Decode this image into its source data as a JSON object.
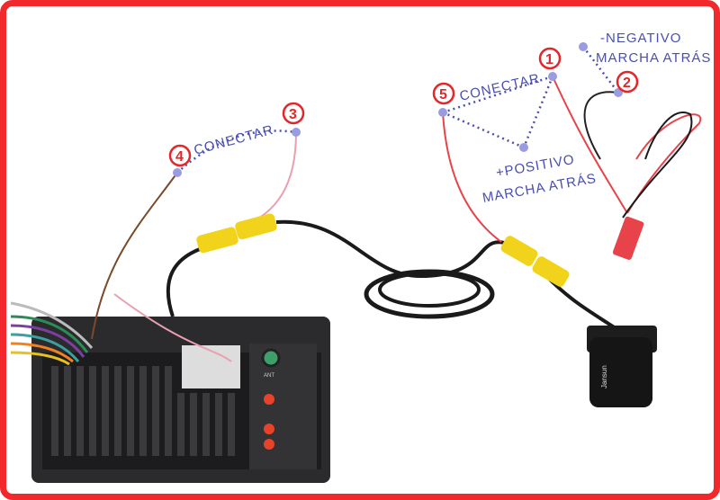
{
  "annotations": {
    "connect_left": "CONECTAR",
    "connect_right": "CONECTAR",
    "negative_line1": "-NEGATIVO",
    "negative_line2": "MARCHA ATRÁS",
    "positive_line1": "+POSITIVO",
    "positive_line2": "MARCHA ATRÁS"
  },
  "markers": [
    "1",
    "2",
    "3",
    "4",
    "5"
  ],
  "head_unit": {
    "ant_label": "ANT"
  },
  "camera": {
    "brand": "Jansun"
  },
  "colors": {
    "frame": "#f2292c",
    "annotation": "#4a4fb0",
    "marker": "#e3262a",
    "rca_yellow": "#f2d31c",
    "power_red": "#e8434a"
  }
}
